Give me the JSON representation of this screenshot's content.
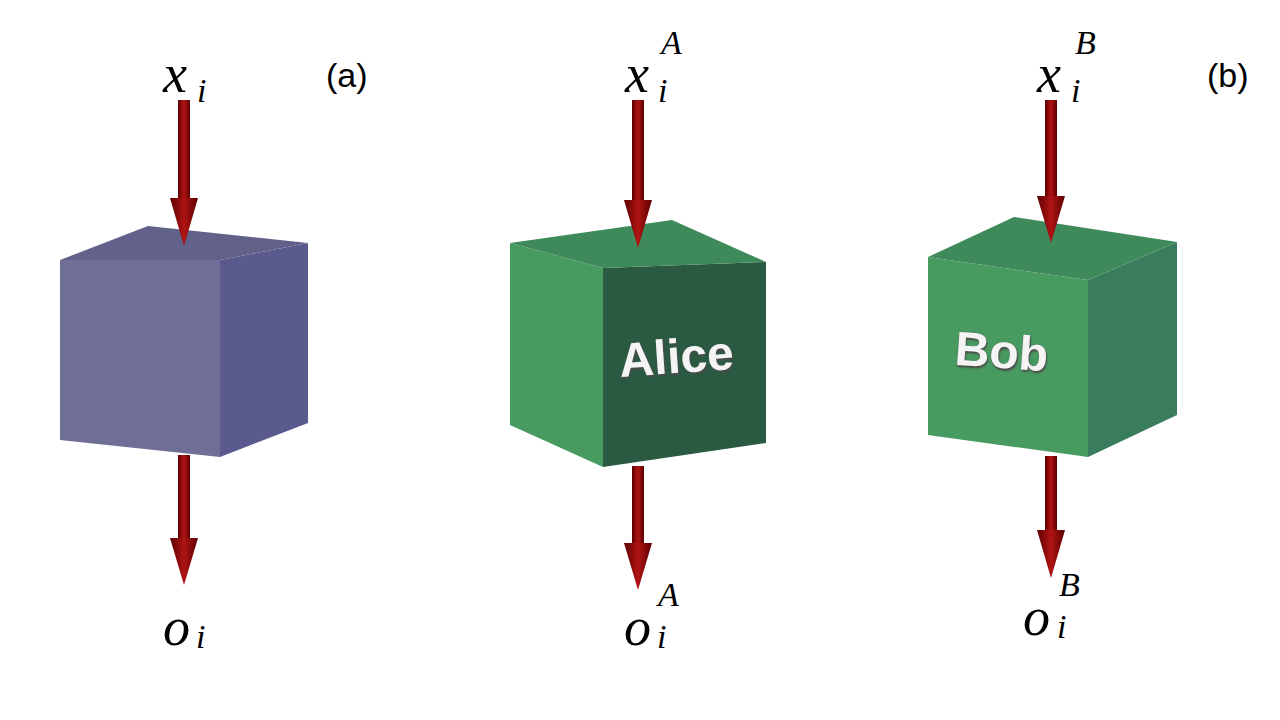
{
  "diagram": {
    "nodes": [
      {
        "text": [
          "Alice"
        ]
      },
      {
        "text": [
          "Bob"
        ]
      }
    ],
    "labels": [
      "x",
      "i",
      "(a)",
      "o",
      "i",
      "x",
      "i",
      "A",
      "o",
      "i",
      "A",
      "x",
      "i",
      "B",
      "o",
      "i",
      "B",
      "(b)"
    ]
  }
}
